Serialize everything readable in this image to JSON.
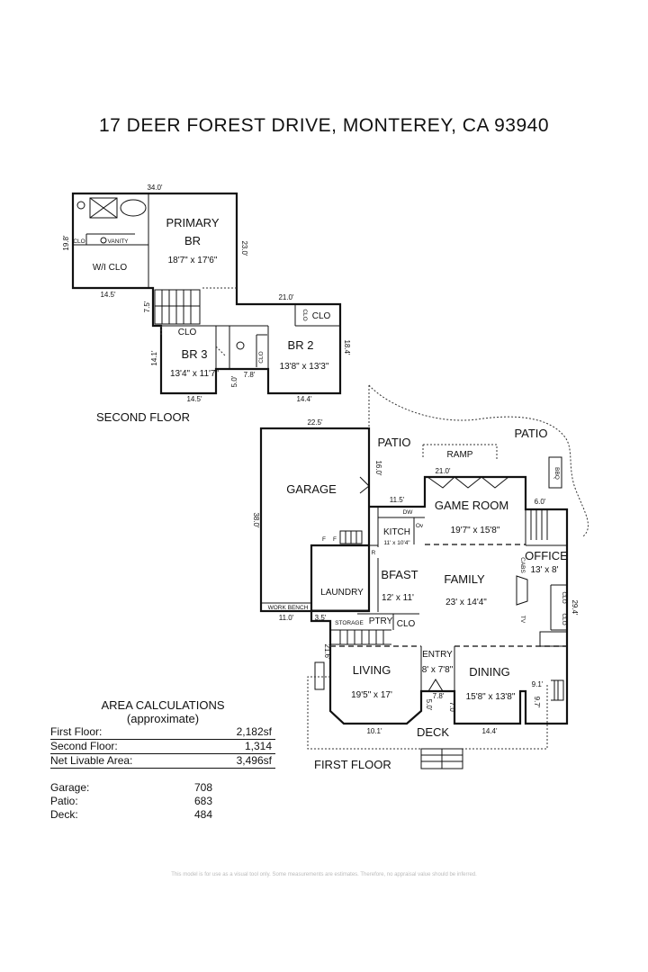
{
  "title": "17 DEER FOREST DRIVE, MONTEREY, CA  93940",
  "second_floor": {
    "label": "SECOND FLOOR",
    "rooms": {
      "primary_name": "PRIMARY",
      "primary_name2": "BR",
      "primary_size": "18'7\" x 17'6\"",
      "br3_name": "BR 3",
      "br3_size": "13'4\" x 11'7\"",
      "br2_name": "BR 2",
      "br2_size": "13'8\" x 13'3\"",
      "wicl": "W/I CLO",
      "clo_a": "CLO",
      "clo_b": "CLO",
      "clo_c": "CLO",
      "clo_d": "CLO",
      "clo_e": "CLO",
      "vanity": "VANITY"
    },
    "dims": {
      "d1": "34.0'",
      "d2": "19.8'",
      "d3": "23.0'",
      "d4": "14.5'",
      "d5": "7.5'",
      "d6": "21.0'",
      "d7": "18.4'",
      "d8": "14.1'",
      "d9": "5.0'",
      "d10": "7.8'",
      "d11": "14.5'",
      "d12": "14.4'"
    }
  },
  "first_floor": {
    "label": "FIRST FLOOR",
    "rooms": {
      "garage": "GARAGE",
      "patio1": "PATIO",
      "patio2": "PATIO",
      "ramp": "RAMP",
      "game_room": "GAME ROOM",
      "game_room_size": "19'7\" x 15'8\"",
      "kitch": "KITCH",
      "kitch_size": "11' x 10'4\"",
      "office": "OFFICE",
      "office_size": "13' x 8'",
      "family": "FAMILY",
      "family_size": "23' x 14'4\"",
      "bfast": "BFAST",
      "bfast_size": "12' x 11'",
      "laundry": "LAUNDRY",
      "storage": "STORAGE",
      "ptry": "PTRY",
      "clo1": "CLO",
      "clo2": "CLO",
      "clo3": "CLO",
      "entry": "ENTRY",
      "entry_size": "8' x 7'8\"",
      "living": "LIVING",
      "living_size": "19'5\" x 17'",
      "dining": "DINING",
      "dining_size": "15'8\" x 13'8\"",
      "deck": "DECK",
      "work_bench": "WORK BENCH",
      "bbq": "BBQ",
      "cabs": "CABS",
      "tv": "TV",
      "dw": "DW",
      "ov": "Ov",
      "r": "R",
      "f1": "F",
      "f2": "F"
    },
    "dims": {
      "g1": "22.5'",
      "g2": "38.0'",
      "g3": "11.0'",
      "g4": "16.0'",
      "g5": "11.5'",
      "g6": "21.0'",
      "g7": "6.0'",
      "g8": "29.4'",
      "g9": "3.5'",
      "g10": "21.6'",
      "g11": "9.1'",
      "g12": "9.7'",
      "g13": "5.0'",
      "g14": "7.8'",
      "g15": "7.0'",
      "g16": "10.1'",
      "g17": "14.4'"
    }
  },
  "area": {
    "heading1": "AREA CALCULATIONS",
    "heading2": "(approximate)",
    "rows": [
      {
        "label": "First  Floor:",
        "value": "2,182sf"
      },
      {
        "label": "Second Floor:",
        "value": "1,314"
      },
      {
        "label": "Net Livable Area:",
        "value": "3,496sf"
      }
    ],
    "extra": [
      {
        "label": "Garage:",
        "value": "708"
      },
      {
        "label": "Patio:",
        "value": "683"
      },
      {
        "label": "Deck:",
        "value": "484"
      }
    ]
  },
  "disclaimer": "This model is for use as a visual tool only. Some measurements are estimates. Therefore, no appraisal value should be inferred."
}
